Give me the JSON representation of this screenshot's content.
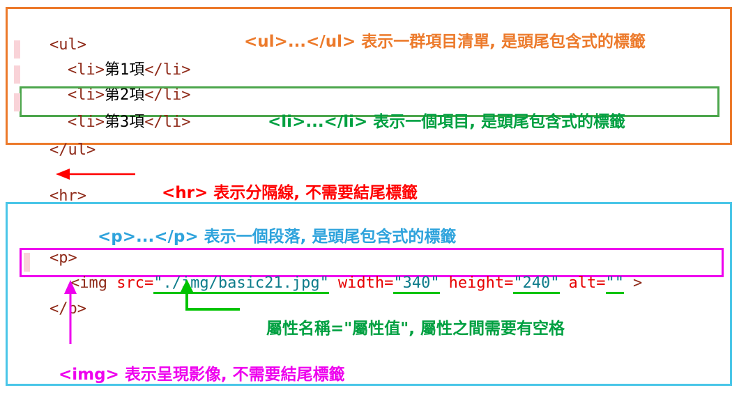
{
  "colors": {
    "orange": "#EC7A2B",
    "green_box": "#4CA64C",
    "green_text": "#00A041",
    "green_underline": "#00C300",
    "red": "#FF0000",
    "blue": "#2EA3DC",
    "cyan_box": "#4AC6E8",
    "magenta": "#EE00EE",
    "tag_token": "#8F2B1A",
    "attr_name_token": "#E60000",
    "attr_value_token": "#0E7C8B"
  },
  "ul_block": {
    "line_open": "<ul>",
    "annotation": {
      "tag": "<ul>...</ul>",
      "rest": " 表示一群項目清單, 是頭尾包含式的標籤"
    },
    "items": [
      {
        "open": "<li>",
        "text": "第1項",
        "close": "</li>"
      },
      {
        "open": "<li>",
        "text": "第2項",
        "close": "</li>"
      },
      {
        "open": "<li>",
        "text": "第3項",
        "close": "</li>"
      }
    ],
    "li_annotation": {
      "tag": "<li>...</li>",
      "rest": " 表示一個項目, 是頭尾包含式的標籤"
    },
    "line_close": "</ul>"
  },
  "hr_block": {
    "code": "<hr>",
    "annotation": {
      "tag": "<hr>",
      "rest": " 表示分隔線, 不需要結尾標籤"
    }
  },
  "p_block": {
    "annotation": {
      "tag": "<p>...</p>",
      "rest": " 表示一個段落, 是頭尾包含式的標籤"
    },
    "line_open": "<p>",
    "img_line": {
      "tag": "<img ",
      "attrs": [
        {
          "name": "src=",
          "value": "\"./img/basic21.jpg\""
        },
        {
          "name": "width=",
          "value": "\"340\""
        },
        {
          "name": "height=",
          "value": "\"240\""
        },
        {
          "name": "alt=",
          "value": "\"\""
        }
      ],
      "close": ">"
    },
    "line_close": "</p>",
    "attr_annotation": "屬性名稱=\"屬性值\", 屬性之間需要有空格",
    "img_annotation": {
      "tag": "<img>",
      "rest": " 表示呈現影像, 不需要結尾標籤"
    }
  }
}
